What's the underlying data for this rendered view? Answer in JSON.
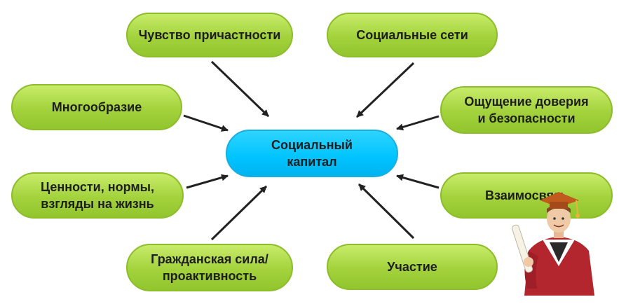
{
  "diagram": {
    "center": {
      "label": "Социальный\nкапитал"
    },
    "nodes": [
      {
        "id": "belonging",
        "label": "Чувство причастности"
      },
      {
        "id": "social-networks",
        "label": "Социальные сети"
      },
      {
        "id": "diversity",
        "label": "Многообразие"
      },
      {
        "id": "trust-safety",
        "label": "Ощущение доверия\nи безопасности"
      },
      {
        "id": "values",
        "label": "Ценности, нормы,\nвзгляды на жизнь"
      },
      {
        "id": "interconnection",
        "label": "Взаимосвязь"
      },
      {
        "id": "civic-power",
        "label": "Гражданская сила/\nпроактивность"
      },
      {
        "id": "participation",
        "label": "Участие"
      }
    ],
    "colors": {
      "outer_fill": "#a3d23c",
      "center_fill": "#00c3ff",
      "arrow": "#222222"
    }
  },
  "decoration": {
    "icon": "graduate-student-icon"
  }
}
